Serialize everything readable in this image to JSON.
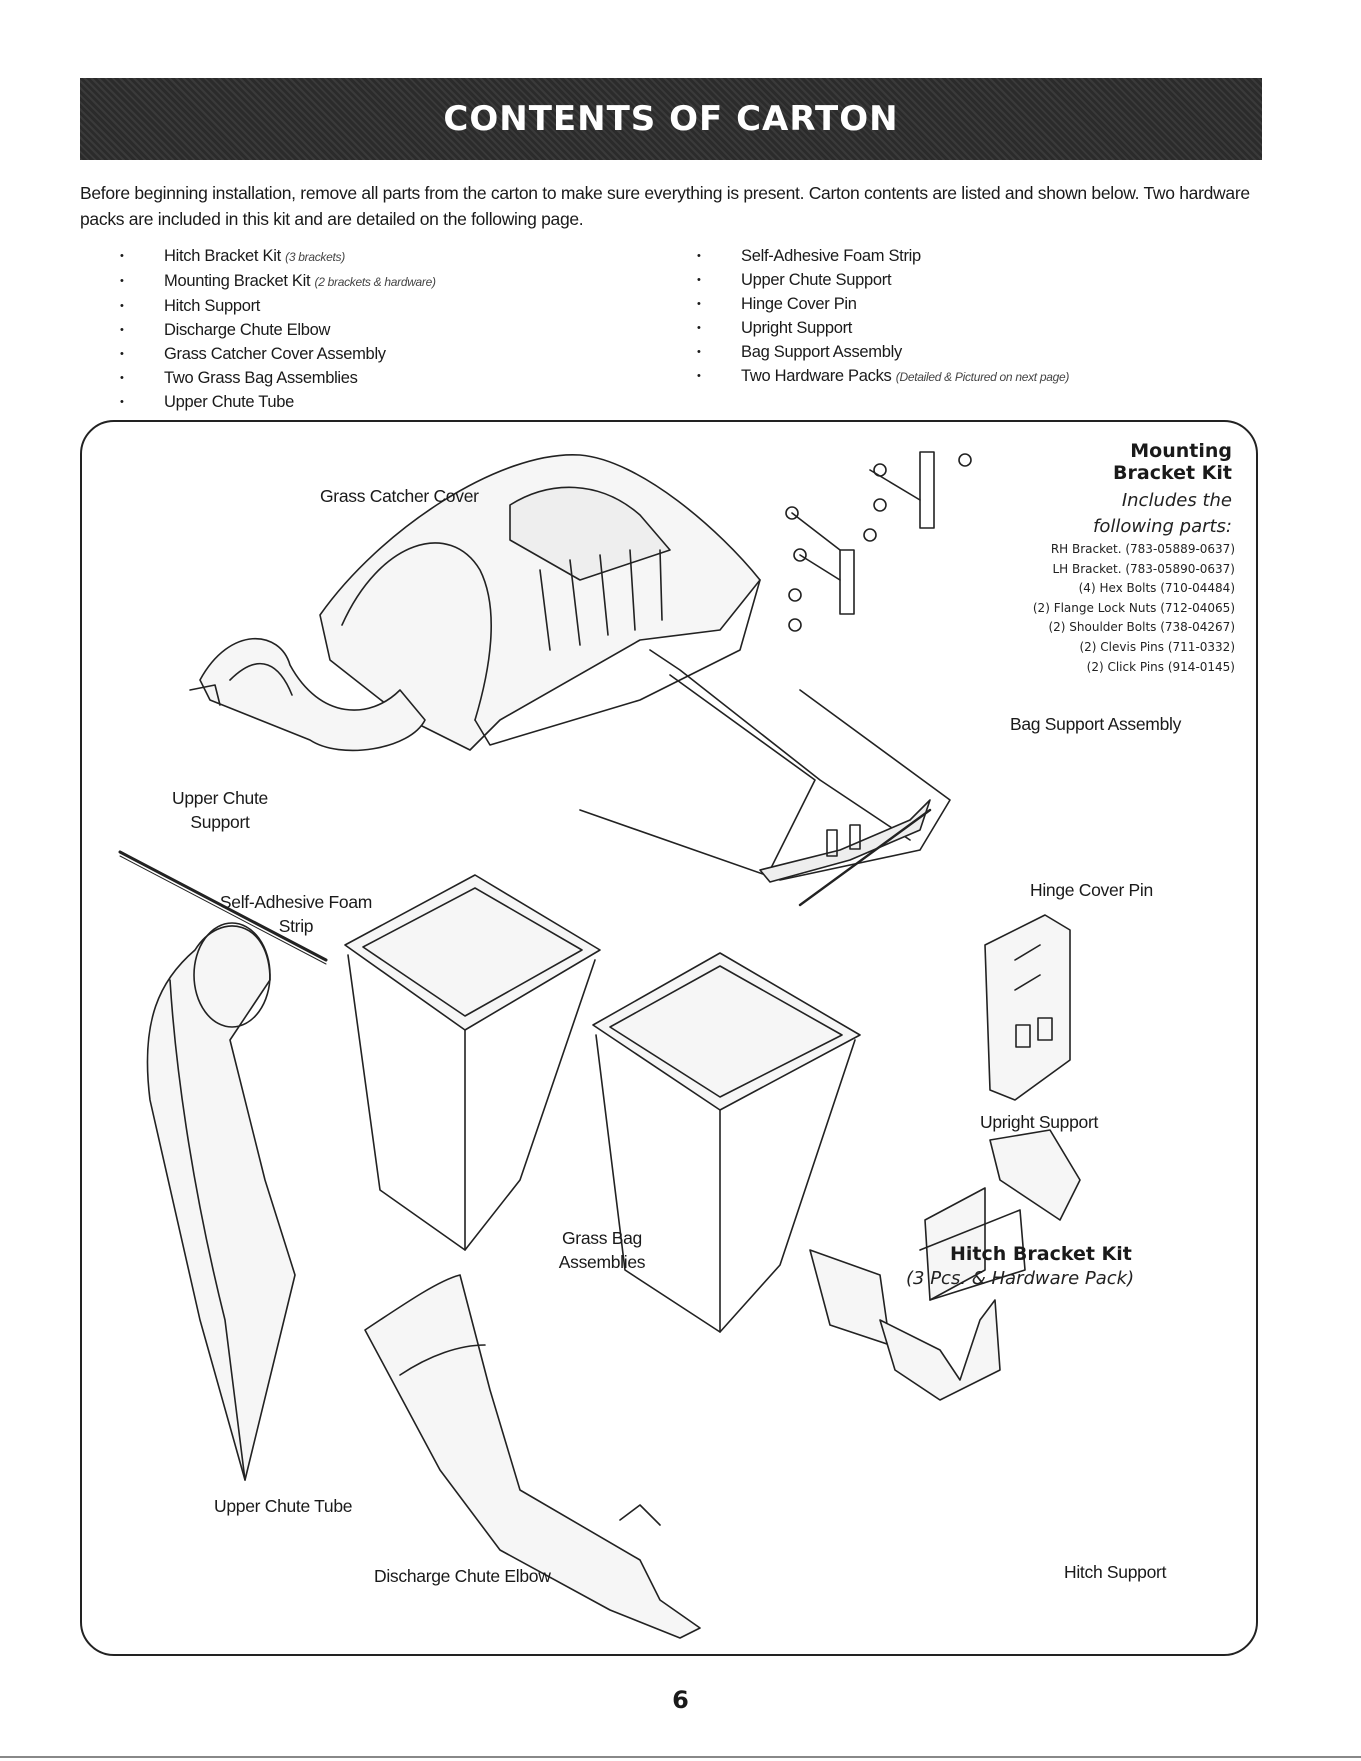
{
  "header": {
    "title": "CONTENTS OF CARTON"
  },
  "intro": "Before beginning installation, remove all parts from the carton to make sure everything is present. Carton contents are listed and shown below. Two hardware packs are included in this kit and are detailed on the following page.",
  "parts_left": [
    {
      "name": "Hitch Bracket Kit",
      "note": "(3 brackets)"
    },
    {
      "name": "Mounting Bracket Kit",
      "note": "(2 brackets & hardware)"
    },
    {
      "name": "Hitch Support",
      "note": ""
    },
    {
      "name": "Discharge Chute Elbow",
      "note": ""
    },
    {
      "name": "Grass Catcher Cover Assembly",
      "note": ""
    },
    {
      "name": "Two Grass Bag Assemblies",
      "note": ""
    },
    {
      "name": "Upper Chute Tube",
      "note": ""
    }
  ],
  "parts_right": [
    {
      "name": "Self-Adhesive Foam Strip",
      "note": ""
    },
    {
      "name": "Upper Chute Support",
      "note": ""
    },
    {
      "name": "Hinge Cover Pin",
      "note": ""
    },
    {
      "name": "Upright Support",
      "note": ""
    },
    {
      "name": "Bag Support Assembly",
      "note": ""
    },
    {
      "name": "Two Hardware Packs",
      "note": "(Detailed & Pictured on next page)"
    }
  ],
  "labels": {
    "grass_catcher_cover": "Grass Catcher Cover",
    "upper_chute_support_1": "Upper Chute",
    "upper_chute_support_2": "Support",
    "foam_strip_1": "Self-Adhesive Foam",
    "foam_strip_2": "Strip",
    "bag_support_assembly": "Bag Support Assembly",
    "hinge_cover_pin": "Hinge Cover Pin",
    "upright_support": "Upright Support",
    "grass_bag_1": "Grass Bag",
    "grass_bag_2": "Assemblies",
    "upper_chute_tube": "Upper Chute Tube",
    "discharge_chute_elbow": "Discharge Chute Elbow",
    "hitch_support": "Hitch Support"
  },
  "mounting_kit": {
    "heading_1": "Mounting",
    "heading_2": "Bracket Kit",
    "sub_1": "Includes the",
    "sub_2": "following parts:",
    "parts": [
      "RH Bracket. (783-05889-0637)",
      "LH Bracket. (783-05890-0637)",
      "(4) Hex Bolts (710-04484)",
      "(2) Flange Lock Nuts (712-04065)",
      "(2) Shoulder Bolts (738-04267)",
      "(2) Clevis Pins (711-0332)",
      "(2) Click Pins (914-0145)"
    ]
  },
  "hitch_kit": {
    "heading": "Hitch Bracket Kit",
    "sub": "(3 Pcs. & Hardware Pack)"
  },
  "footer": {
    "page_number": "6"
  }
}
